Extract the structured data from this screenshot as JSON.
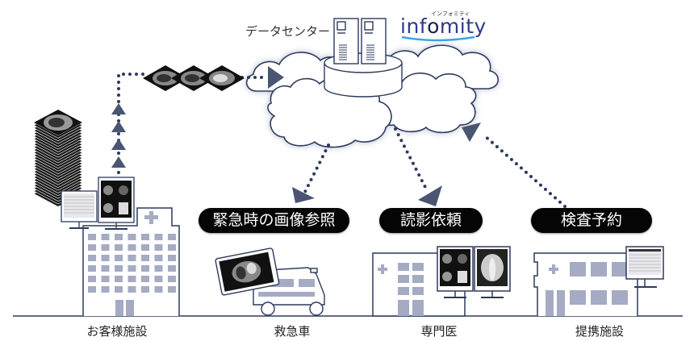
{
  "diagram": {
    "title_area": {
      "data_center_label": "データセンター",
      "brand": {
        "name_prefix": "inf",
        "name_highlight": "o",
        "name_suffix": "mity",
        "ruby": "インフォミティ",
        "primary_color": "#2e3a8c",
        "underline_color": "#3ba4e6"
      }
    },
    "services": [
      {
        "id": "emergency",
        "label": "緊急時の画像参照"
      },
      {
        "id": "reading",
        "label": "読影依頼"
      },
      {
        "id": "booking",
        "label": "検査予約"
      }
    ],
    "facilities": [
      {
        "id": "customer",
        "label": "お客様施設"
      },
      {
        "id": "ambulance",
        "label": "救急車"
      },
      {
        "id": "specialist",
        "label": "専門医"
      },
      {
        "id": "partner",
        "label": "提携施設"
      }
    ],
    "colors": {
      "line": "#2c3a5c",
      "arrow": "#4a5572",
      "window": "#a6abc4",
      "pill_bg": "#050505",
      "cloud_glow": "#c8cce0"
    }
  }
}
